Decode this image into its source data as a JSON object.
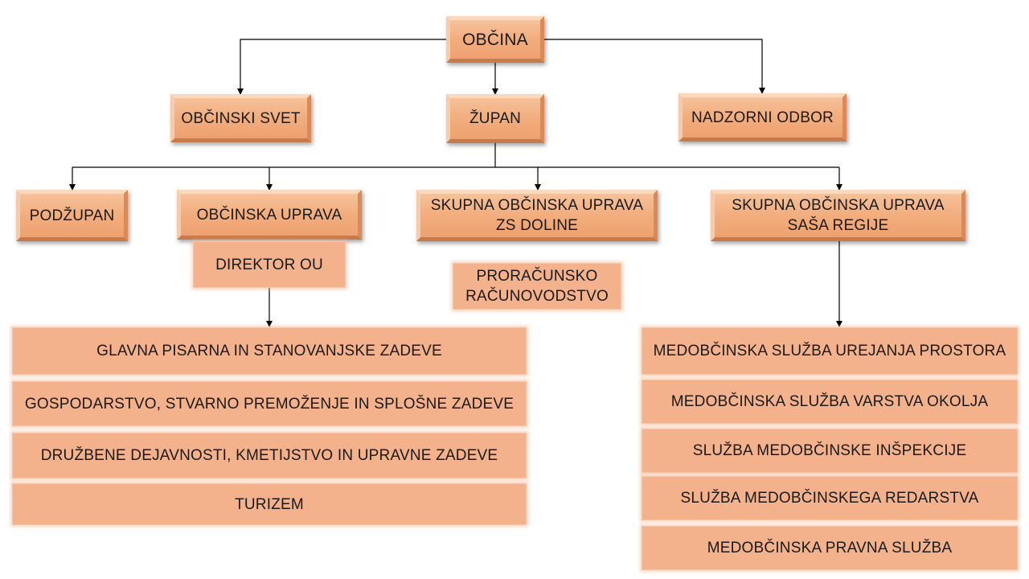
{
  "root": "OBČINA",
  "level1": {
    "council": "OBČINSKI SVET",
    "mayor": "ŽUPAN",
    "supervisory": "NADZORNI ODBOR"
  },
  "level2": {
    "deputy_mayor": "PODŽUPAN",
    "municipal_admin": "OBČINSKA UPRAVA",
    "joint_admin_zs_line1": "SKUPNA OBČINSKA UPRAVA",
    "joint_admin_zs_line2": "ZS DOLINE",
    "joint_admin_sasa_line1": "SKUPNA OBČINSKA UPRAVA",
    "joint_admin_sasa_line2": "SAŠA REGIJE"
  },
  "director": "DIREKTOR OU",
  "budget_line1": "PRORAČUNSKO",
  "budget_line2": "RAČUNOVODSTVO",
  "admin_units": [
    "GLAVNA PISARNA IN STANOVANJSKE ZADEVE",
    "GOSPODARSTVO, STVARNO PREMOŽENJE IN SPLOŠNE ZADEVE",
    "DRUŽBENE DEJAVNOSTI, KMETIJSTVO IN UPRAVNE ZADEVE",
    "TURIZEM"
  ],
  "inter_municipal_services": [
    "MEDOBČINSKA SLUŽBA UREJANJA PROSTORA",
    "MEDOBČINSKA SLUŽBA VARSTVA OKOLJA",
    "SLUŽBA MEDOBČINSKE INŠPEKCIJE",
    "SLUŽBA MEDOBČINSKEGA REDARSTVA",
    "MEDOBČINSKA PRAVNA SLUŽBA"
  ],
  "colors": {
    "box_fill": "#f2ad7d",
    "flat_fill": "#f4b28c",
    "connector": "#000000"
  }
}
